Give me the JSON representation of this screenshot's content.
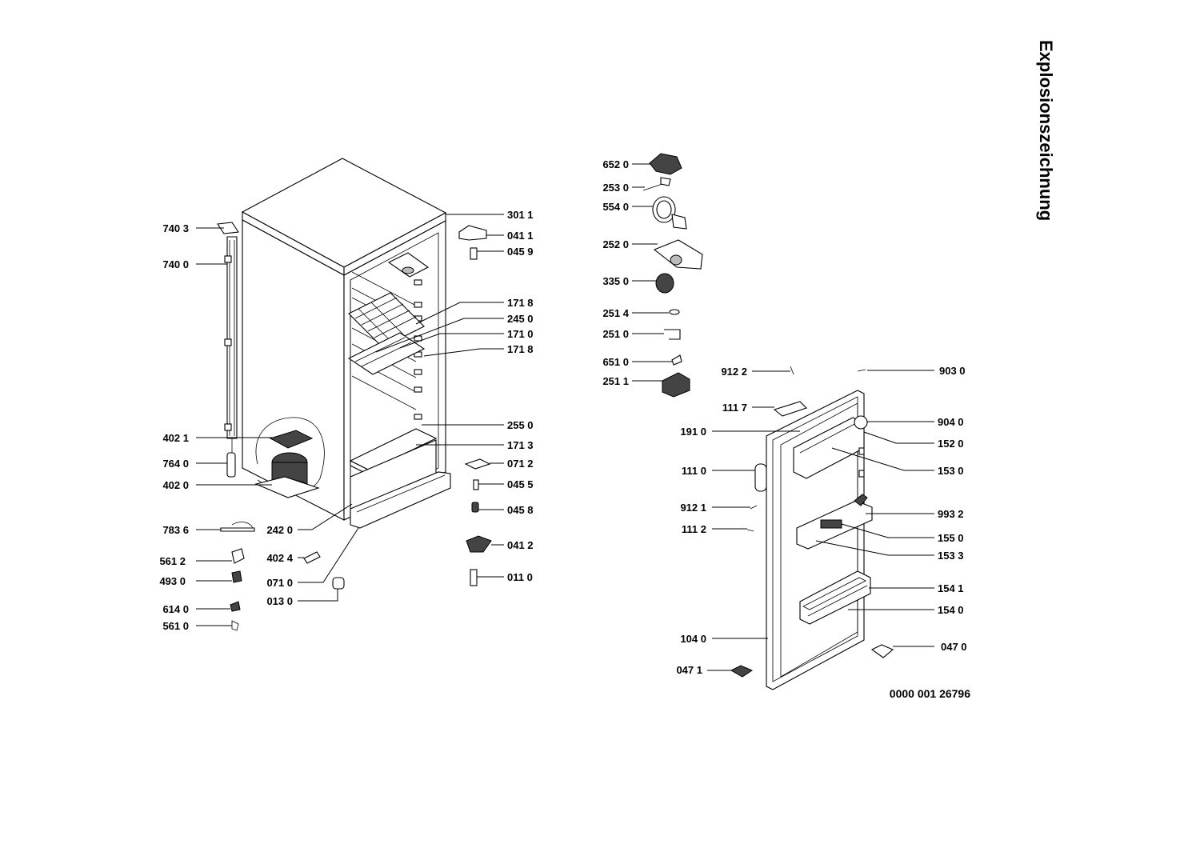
{
  "title": "Explosionszeichnung",
  "document_number": "0000 001 26796",
  "labels": {
    "p7403": "740 3",
    "p7400": "740 0",
    "p4021": "402 1",
    "p7640": "764 0",
    "p4020": "402 0",
    "p7836": "783 6",
    "p5612": "561 2",
    "p4930": "493 0",
    "p6140": "614 0",
    "p5610": "561 0",
    "p2420": "242 0",
    "p4024": "402 4",
    "p0710": "071 0",
    "p0130": "013 0",
    "p3011": "301  1",
    "p0411": "041 1",
    "p0459": "045 9",
    "p1718a": "171 8",
    "p2450": "245 0",
    "p1710": "171 0",
    "p1718b": "171 8",
    "p2550": "255 0",
    "p1713": "171 3",
    "p0712": "071 2",
    "p0455": "045 5",
    "p0458": "045 8",
    "p0412": "041 2",
    "p0110": "011 0",
    "p6520": "652 0",
    "p2530": "253 0",
    "p5540": "554 0",
    "p2520": "252 0",
    "p3350": "335 0",
    "p2514": "251 4",
    "p2510": "251 0",
    "p6510": "651 0",
    "p2511": "251 1",
    "p9122": "912 2",
    "p9030": "903 0",
    "p1117": "111 7",
    "p9040": "904 0",
    "p1910": "191 0",
    "p1520": "152 0",
    "p1110": "111 0",
    "p1530": "153 0",
    "p9121": "912 1",
    "p9932": "993 2",
    "p1112": "111 2",
    "p1550": "155 0",
    "p1533": "153 3",
    "p1541": "154 1",
    "p1540": "154 0",
    "p1040": "104  0",
    "p0470": "047 0",
    "p0471": "047 1"
  }
}
